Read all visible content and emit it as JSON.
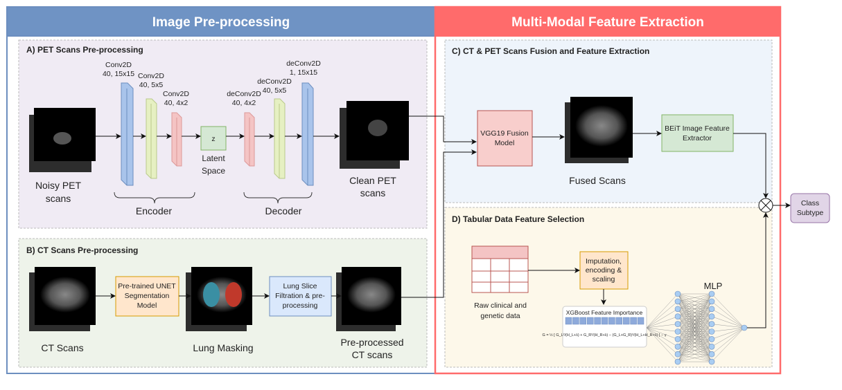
{
  "panels": {
    "left_title": "Image Pre-processing",
    "right_title": "Multi-Modal Feature Extraction"
  },
  "section_a": {
    "title": "A) PET Scans Pre-processing",
    "input_label": [
      "Noisy PET",
      "scans"
    ],
    "layers": [
      {
        "line1": "Conv2D",
        "line2": "40, 15x15"
      },
      {
        "line1": "Conv2D",
        "line2": "40, 5x5"
      },
      {
        "line1": "Conv2D",
        "line2": "40, 4x2"
      },
      {
        "line1": "deConv2D",
        "line2": "40, 4x2"
      },
      {
        "line1": "deConv2D",
        "line2": "40, 5x5"
      },
      {
        "line1": "deConv2D",
        "line2": "1, 15x15"
      }
    ],
    "latent_symbol": "z",
    "latent_label": [
      "Latent",
      "Space"
    ],
    "encoder_label": "Encoder",
    "decoder_label": "Decoder",
    "output_label": [
      "Clean PET",
      "scans"
    ]
  },
  "section_b": {
    "title": "B) CT Scans Pre-processing",
    "input_label": "CT Scans",
    "unet_box": [
      "Pre-trained UNET",
      "Segmentation",
      "Model"
    ],
    "masking_label": "Lung Masking",
    "slice_box": [
      "Lung Slice",
      "Filtration & pre-",
      "processing"
    ],
    "output_label": [
      "Pre-processed",
      "CT scans"
    ]
  },
  "section_c": {
    "title": "C) CT & PET Scans Fusion and Feature Extraction",
    "vgg_box": [
      "VGG19 Fusion",
      "Model"
    ],
    "fused_label": "Fused Scans",
    "beit_box": [
      "BEiT Image Feature",
      "Extractor"
    ]
  },
  "section_d": {
    "title": "D) Tabular Data Feature Selection",
    "raw_label": [
      "Raw clinical and",
      "genetic data"
    ],
    "impute_box": [
      "Imputation,",
      "encoding &",
      "scaling"
    ],
    "xgb_title": "XGBoost Feature Importance",
    "xgb_formula": "G = ½ [ G_L²/(H_L+λ) + G_R²/(H_R+λ) − (G_L+G_R)²/(H_L+H_R+λ) ] − γ",
    "mlp_label": "MLP"
  },
  "output": {
    "class_box": [
      "Class",
      "Subtype"
    ],
    "fusion_operator": "circle-times-icon"
  },
  "colors": {
    "left_header": "#6f93c4",
    "right_header": "#ff6b6b",
    "conv_blue": "#a9c4eb",
    "conv_green": "#e6f0c2",
    "conv_pink": "#f4c4c4"
  }
}
